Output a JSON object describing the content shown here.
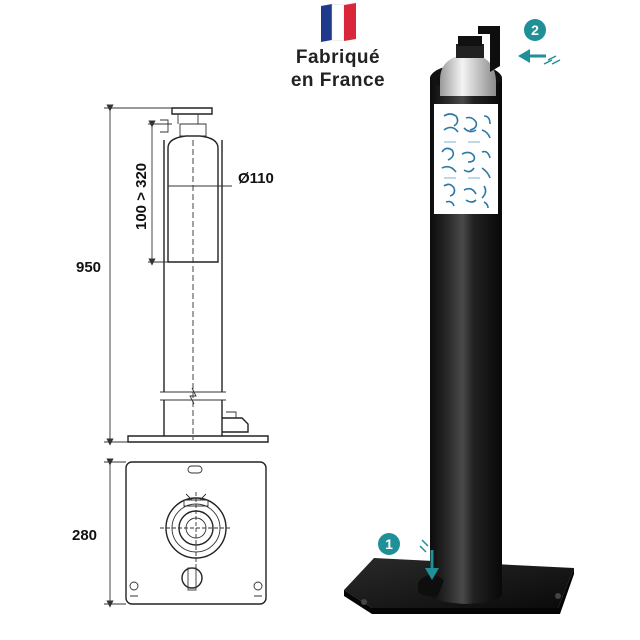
{
  "made_in": {
    "line1": "Fabriqué",
    "line2": "en France",
    "flag_colors": [
      "#1f3a8a",
      "#ffffff",
      "#d9263a"
    ]
  },
  "dimensions": {
    "total_height": "950",
    "bottle_height": "100 > 320",
    "diameter": "Ø110",
    "base_width": "280"
  },
  "callouts": [
    {
      "number": "1",
      "target": "foot-pedal"
    },
    {
      "number": "2",
      "target": "dispenser-head"
    }
  ],
  "colors": {
    "accent": "#1f8f98",
    "post": "#161616",
    "line": "#333333"
  }
}
